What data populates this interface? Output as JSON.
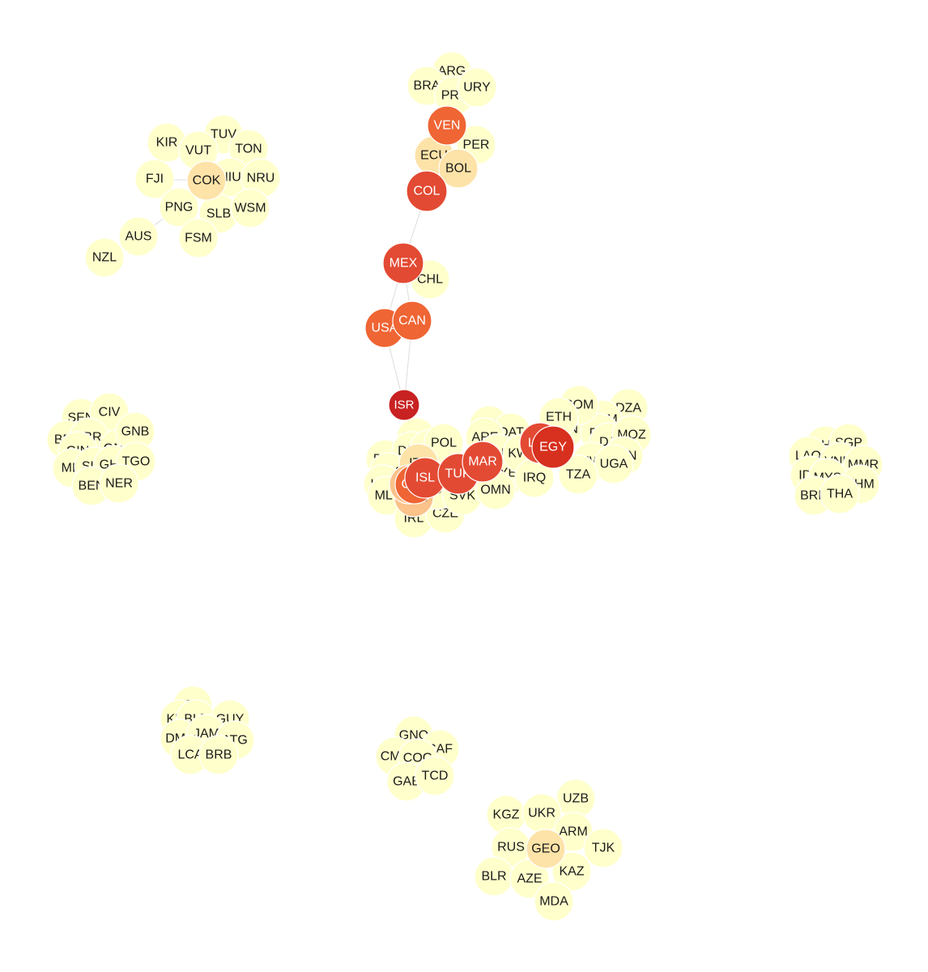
{
  "colors": {
    "level0": "#ffffcc",
    "level1": "#fde3a8",
    "level2": "#fbc28a",
    "level3": "#ef6534",
    "level4": "#e34a33",
    "level5": "#d7301f",
    "level6": "#c82222",
    "edge": "#dcdcdc",
    "dark_label": "#1a1a1a",
    "light_label": "#ffffff"
  },
  "nodes": [
    {
      "id": "ARG",
      "level": 0
    },
    {
      "id": "BRA",
      "level": 0
    },
    {
      "id": "PRY",
      "level": 0
    },
    {
      "id": "URY",
      "level": 0
    },
    {
      "id": "VEN",
      "level": 3
    },
    {
      "id": "PER",
      "level": 0
    },
    {
      "id": "ECU",
      "level": 1
    },
    {
      "id": "BOL",
      "level": 1
    },
    {
      "id": "COL",
      "level": 4
    },
    {
      "id": "MEX",
      "level": 4
    },
    {
      "id": "CHL",
      "level": 0
    },
    {
      "id": "USA",
      "level": 3
    },
    {
      "id": "CAN",
      "level": 3
    },
    {
      "id": "ISR",
      "level": 6
    },
    {
      "id": "KIR",
      "level": 0
    },
    {
      "id": "TUV",
      "level": 0
    },
    {
      "id": "VUT",
      "level": 0
    },
    {
      "id": "TON",
      "level": 0
    },
    {
      "id": "FJI",
      "level": 0
    },
    {
      "id": "COK",
      "level": 1
    },
    {
      "id": "NIU",
      "level": 0
    },
    {
      "id": "NRU",
      "level": 0
    },
    {
      "id": "PNG",
      "level": 0
    },
    {
      "id": "SLB",
      "level": 0
    },
    {
      "id": "WSM",
      "level": 0
    },
    {
      "id": "AUS",
      "level": 0
    },
    {
      "id": "FSM",
      "level": 0
    },
    {
      "id": "NZL",
      "level": 0
    },
    {
      "id": "SEN",
      "level": 0
    },
    {
      "id": "CIV",
      "level": 0
    },
    {
      "id": "BFA",
      "level": 0
    },
    {
      "id": "LBR",
      "level": 0
    },
    {
      "id": "GIN",
      "level": 0
    },
    {
      "id": "GMB",
      "level": 0
    },
    {
      "id": "GNB",
      "level": 0
    },
    {
      "id": "MLI",
      "level": 0
    },
    {
      "id": "SLE",
      "level": 0
    },
    {
      "id": "GHA",
      "level": 0
    },
    {
      "id": "TGO",
      "level": 0
    },
    {
      "id": "BEN",
      "level": 0
    },
    {
      "id": "NER",
      "level": 0
    },
    {
      "id": "BEL",
      "level": 0
    },
    {
      "id": "NLD",
      "level": 0
    },
    {
      "id": "DEU",
      "level": 0
    },
    {
      "id": "FRA",
      "level": 0
    },
    {
      "id": "LUX",
      "level": 0
    },
    {
      "id": "MLT",
      "level": 0
    },
    {
      "id": "GBR",
      "level": 0
    },
    {
      "id": "IRL",
      "level": 0
    },
    {
      "id": "CZE",
      "level": 0
    },
    {
      "id": "POL",
      "level": 0
    },
    {
      "id": "AUT",
      "level": 0
    },
    {
      "id": "SVK",
      "level": 0
    },
    {
      "id": "CHE",
      "level": 2
    },
    {
      "id": "ITA",
      "level": 1
    },
    {
      "id": "ESP",
      "level": 2
    },
    {
      "id": "CYP",
      "level": 3
    },
    {
      "id": "ISL",
      "level": 4
    },
    {
      "id": "TUR",
      "level": 4
    },
    {
      "id": "MAR",
      "level": 4
    },
    {
      "id": "BHR",
      "level": 0
    },
    {
      "id": "QAT",
      "level": 0
    },
    {
      "id": "ARE",
      "level": 0
    },
    {
      "id": "SAU",
      "level": 0
    },
    {
      "id": "YEM",
      "level": 0
    },
    {
      "id": "OMN",
      "level": 0
    },
    {
      "id": "KWT",
      "level": 0
    },
    {
      "id": "IRQ",
      "level": 0
    },
    {
      "id": "LBY",
      "level": 4
    },
    {
      "id": "EGY",
      "level": 5
    },
    {
      "id": "SDN",
      "level": 0
    },
    {
      "id": "DZA",
      "level": 0
    },
    {
      "id": "COM",
      "level": 0
    },
    {
      "id": "ERI",
      "level": 0
    },
    {
      "id": "DJI",
      "level": 0
    },
    {
      "id": "SOM",
      "level": 0
    },
    {
      "id": "MOZ",
      "level": 0
    },
    {
      "id": "TUN",
      "level": 0
    },
    {
      "id": "MWI",
      "level": 0
    },
    {
      "id": "UGA",
      "level": 0
    },
    {
      "id": "TZA",
      "level": 0
    },
    {
      "id": "ETH",
      "level": 0
    },
    {
      "id": "PHL",
      "level": 0
    },
    {
      "id": "SGP",
      "level": 0
    },
    {
      "id": "LAO",
      "level": 0
    },
    {
      "id": "VNM",
      "level": 0
    },
    {
      "id": "MMR",
      "level": 0
    },
    {
      "id": "IDN",
      "level": 0
    },
    {
      "id": "MYS",
      "level": 0
    },
    {
      "id": "KHM",
      "level": 0
    },
    {
      "id": "BRN",
      "level": 0
    },
    {
      "id": "THA",
      "level": 0
    },
    {
      "id": "TTO",
      "level": 0
    },
    {
      "id": "KNA",
      "level": 0
    },
    {
      "id": "BLZ",
      "level": 0
    },
    {
      "id": "GUY",
      "level": 0
    },
    {
      "id": "DMA",
      "level": 0
    },
    {
      "id": "JAM",
      "level": 0
    },
    {
      "id": "ATG",
      "level": 0
    },
    {
      "id": "LCA",
      "level": 0
    },
    {
      "id": "BRB",
      "level": 0
    },
    {
      "id": "GNQ",
      "level": 0
    },
    {
      "id": "CAF",
      "level": 0
    },
    {
      "id": "CMR",
      "level": 0
    },
    {
      "id": "COG",
      "level": 0
    },
    {
      "id": "GAB",
      "level": 0
    },
    {
      "id": "TCD",
      "level": 0
    },
    {
      "id": "UZB",
      "level": 0
    },
    {
      "id": "KGZ",
      "level": 0
    },
    {
      "id": "UKR",
      "level": 0
    },
    {
      "id": "ARM",
      "level": 0
    },
    {
      "id": "RUS",
      "level": 0
    },
    {
      "id": "GEO",
      "level": 1
    },
    {
      "id": "TJK",
      "level": 0
    },
    {
      "id": "BLR",
      "level": 0
    },
    {
      "id": "AZE",
      "level": 0
    },
    {
      "id": "KAZ",
      "level": 0
    },
    {
      "id": "MDA",
      "level": 0
    }
  ],
  "edges": [
    [
      "COL",
      "MEX"
    ],
    [
      "MEX",
      "USA"
    ],
    [
      "MEX",
      "CAN"
    ],
    [
      "USA",
      "ISR"
    ],
    [
      "CAN",
      "ISR"
    ],
    [
      "MEX",
      "CHL"
    ],
    [
      "COK",
      "FJI"
    ],
    [
      "COK",
      "PNG"
    ],
    [
      "PNG",
      "AUS"
    ]
  ]
}
